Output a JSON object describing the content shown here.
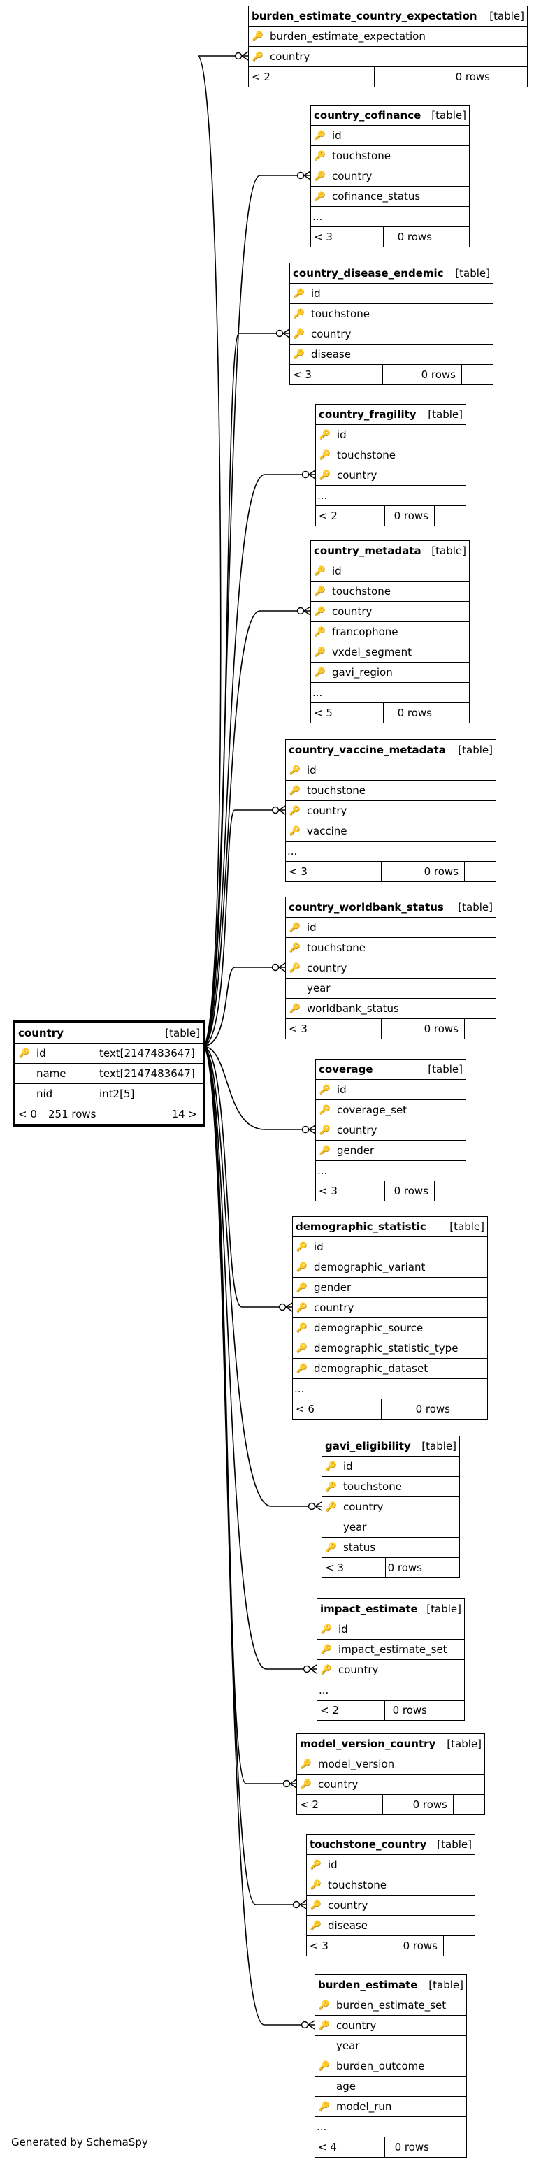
{
  "main_table": {
    "name": "country",
    "type": "[table]",
    "columns": [
      {
        "name": "id",
        "datatype": "text[2147483647]",
        "key": "pk"
      },
      {
        "name": "name",
        "datatype": "text[2147483647]",
        "key": ""
      },
      {
        "name": "nid",
        "datatype": "int2[5]",
        "key": ""
      }
    ],
    "footer_parents": "< 0",
    "footer_rows": "251 rows",
    "footer_children": "14 >"
  },
  "tables": [
    {
      "name": "burden_estimate_country_expectation",
      "type": "[table]",
      "columns": [
        {
          "name": "burden_estimate_expectation",
          "key": "pk"
        },
        {
          "name": "country",
          "key": "pk"
        }
      ],
      "footer_parents": "< 2",
      "footer_rows": "0 rows"
    },
    {
      "name": "country_cofinance",
      "type": "[table]",
      "columns": [
        {
          "name": "id",
          "key": "pk"
        },
        {
          "name": "touchstone",
          "key": "fk"
        },
        {
          "name": "country",
          "key": "fk"
        },
        {
          "name": "cofinance_status",
          "key": "fk"
        },
        {
          "name": "...",
          "key": ""
        }
      ],
      "footer_parents": "< 3",
      "footer_rows": "0 rows"
    },
    {
      "name": "country_disease_endemic",
      "type": "[table]",
      "columns": [
        {
          "name": "id",
          "key": "pk"
        },
        {
          "name": "touchstone",
          "key": "fk"
        },
        {
          "name": "country",
          "key": "fk"
        },
        {
          "name": "disease",
          "key": "fk"
        }
      ],
      "footer_parents": "< 3",
      "footer_rows": "0 rows"
    },
    {
      "name": "country_fragility",
      "type": "[table]",
      "columns": [
        {
          "name": "id",
          "key": "pk"
        },
        {
          "name": "touchstone",
          "key": "fk"
        },
        {
          "name": "country",
          "key": "fk"
        },
        {
          "name": "...",
          "key": ""
        }
      ],
      "footer_parents": "< 2",
      "footer_rows": "0 rows"
    },
    {
      "name": "country_metadata",
      "type": "[table]",
      "columns": [
        {
          "name": "id",
          "key": "pk"
        },
        {
          "name": "touchstone",
          "key": "fk"
        },
        {
          "name": "country",
          "key": "fk"
        },
        {
          "name": "francophone",
          "key": "fk"
        },
        {
          "name": "vxdel_segment",
          "key": "fk"
        },
        {
          "name": "gavi_region",
          "key": "fk"
        },
        {
          "name": "...",
          "key": ""
        }
      ],
      "footer_parents": "< 5",
      "footer_rows": "0 rows"
    },
    {
      "name": "country_vaccine_metadata",
      "type": "[table]",
      "columns": [
        {
          "name": "id",
          "key": "pk"
        },
        {
          "name": "touchstone",
          "key": "fk"
        },
        {
          "name": "country",
          "key": "fk"
        },
        {
          "name": "vaccine",
          "key": "fk"
        },
        {
          "name": "...",
          "key": ""
        }
      ],
      "footer_parents": "< 3",
      "footer_rows": "0 rows"
    },
    {
      "name": "country_worldbank_status",
      "type": "[table]",
      "columns": [
        {
          "name": "id",
          "key": "pk"
        },
        {
          "name": "touchstone",
          "key": "fk"
        },
        {
          "name": "country",
          "key": "fk"
        },
        {
          "name": "year",
          "key": ""
        },
        {
          "name": "worldbank_status",
          "key": "fk"
        }
      ],
      "footer_parents": "< 3",
      "footer_rows": "0 rows"
    },
    {
      "name": "coverage",
      "type": "[table]",
      "columns": [
        {
          "name": "id",
          "key": "pk"
        },
        {
          "name": "coverage_set",
          "key": "fk"
        },
        {
          "name": "country",
          "key": "fk"
        },
        {
          "name": "gender",
          "key": "fk"
        },
        {
          "name": "...",
          "key": ""
        }
      ],
      "footer_parents": "< 3",
      "footer_rows": "0 rows"
    },
    {
      "name": "demographic_statistic",
      "type": "[table]",
      "columns": [
        {
          "name": "id",
          "key": "pk"
        },
        {
          "name": "demographic_variant",
          "key": "fk"
        },
        {
          "name": "gender",
          "key": "fk"
        },
        {
          "name": "country",
          "key": "fk"
        },
        {
          "name": "demographic_source",
          "key": "fk"
        },
        {
          "name": "demographic_statistic_type",
          "key": "fk"
        },
        {
          "name": "demographic_dataset",
          "key": "fk"
        },
        {
          "name": "...",
          "key": ""
        }
      ],
      "footer_parents": "< 6",
      "footer_rows": "0 rows"
    },
    {
      "name": "gavi_eligibility",
      "type": "[table]",
      "columns": [
        {
          "name": "id",
          "key": "pk"
        },
        {
          "name": "touchstone",
          "key": "fk"
        },
        {
          "name": "country",
          "key": "fk"
        },
        {
          "name": "year",
          "key": ""
        },
        {
          "name": "status",
          "key": "fk"
        }
      ],
      "footer_parents": "< 3",
      "footer_rows": "0 rows"
    },
    {
      "name": "impact_estimate",
      "type": "[table]",
      "columns": [
        {
          "name": "id",
          "key": "pk"
        },
        {
          "name": "impact_estimate_set",
          "key": "fk"
        },
        {
          "name": "country",
          "key": "fk"
        },
        {
          "name": "...",
          "key": ""
        }
      ],
      "footer_parents": "< 2",
      "footer_rows": "0 rows"
    },
    {
      "name": "model_version_country",
      "type": "[table]",
      "columns": [
        {
          "name": "model_version",
          "key": "pk"
        },
        {
          "name": "country",
          "key": "pk"
        }
      ],
      "footer_parents": "< 2",
      "footer_rows": "0 rows"
    },
    {
      "name": "touchstone_country",
      "type": "[table]",
      "columns": [
        {
          "name": "id",
          "key": "pk"
        },
        {
          "name": "touchstone",
          "key": "fk"
        },
        {
          "name": "country",
          "key": "fk"
        },
        {
          "name": "disease",
          "key": "fk"
        }
      ],
      "footer_parents": "< 3",
      "footer_rows": "0 rows"
    },
    {
      "name": "burden_estimate",
      "type": "[table]",
      "columns": [
        {
          "name": "burden_estimate_set",
          "key": "fk"
        },
        {
          "name": "country",
          "key": "fk"
        },
        {
          "name": "year",
          "key": ""
        },
        {
          "name": "burden_outcome",
          "key": "fk"
        },
        {
          "name": "age",
          "key": ""
        },
        {
          "name": "model_run",
          "key": "fk"
        },
        {
          "name": "...",
          "key": ""
        }
      ],
      "footer_parents": "< 4",
      "footer_rows": "0 rows"
    }
  ],
  "credit": "Generated by SchemaSpy",
  "colors": {
    "primary_key": "#d6c400",
    "foreign_key": "#b3b3b3",
    "line": "#000000"
  }
}
